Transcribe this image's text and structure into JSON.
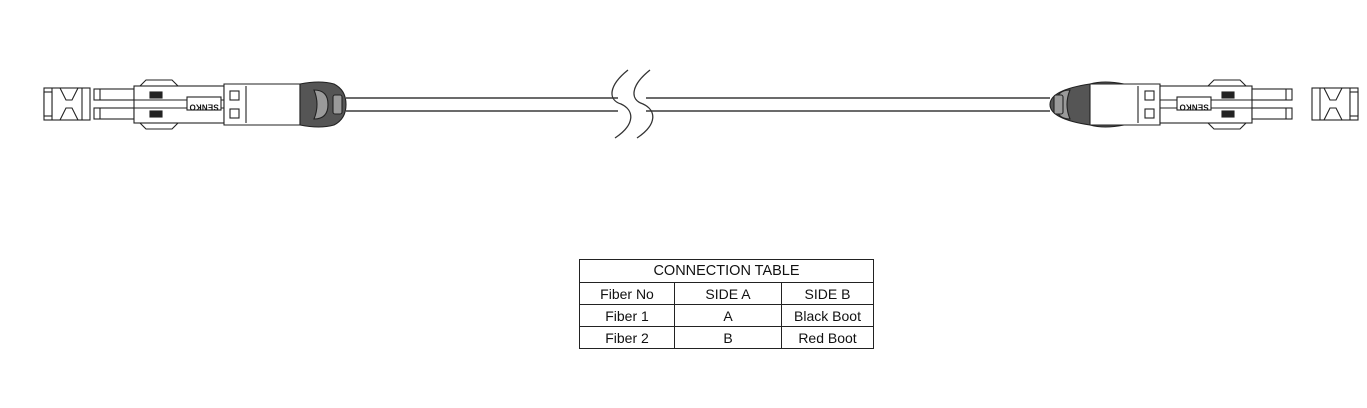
{
  "diagram": {
    "connector_a": {
      "brand": "SENKO"
    },
    "connector_b": {
      "brand": "SENKO"
    },
    "colors": {
      "line": "#222222",
      "boot_fill": "#555555",
      "boot_highlight": "#9a9a9a",
      "cable": "#3a3a3a"
    }
  },
  "connection_table": {
    "title": "CONNECTION TABLE",
    "headers": [
      "Fiber No",
      "SIDE A",
      "SIDE B"
    ],
    "rows": [
      [
        "Fiber 1",
        "A",
        "Black Boot"
      ],
      [
        "Fiber 2",
        "B",
        "Red Boot"
      ]
    ]
  }
}
